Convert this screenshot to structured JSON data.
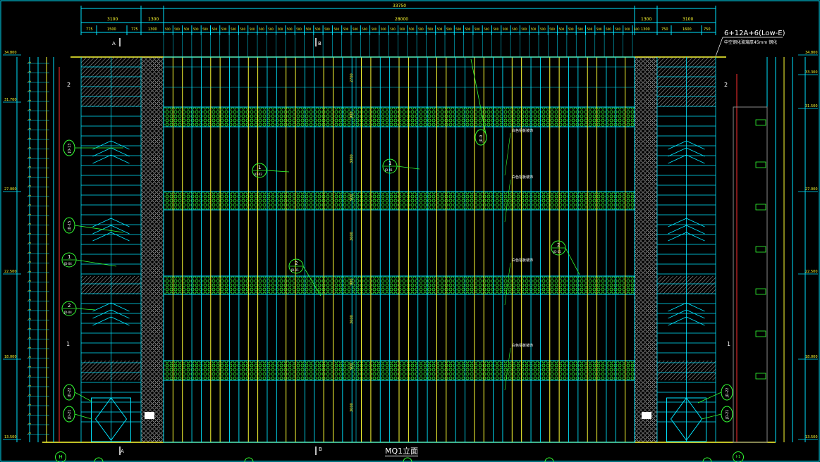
{
  "drawing": {
    "title": "MQ1立面",
    "overall_dim": "33750",
    "glass_spec_line1": "6+12A+6(Low-E)",
    "glass_spec_line2": "中空钢化玻璃厚45mm 钢化",
    "section_a": "A",
    "section_b": "B",
    "mark_1": "1",
    "mark_2": "2",
    "axis_left": "H",
    "axis_right": "I-1"
  },
  "top_dims": {
    "segments": [
      "3100",
      "1300",
      "28000",
      "1300",
      "3100"
    ],
    "left_sub": [
      "775",
      "1500",
      "775",
      "1300"
    ],
    "right_sub": [
      "1300",
      "750",
      "1600",
      "750"
    ],
    "module": "500"
  },
  "levels_left": [
    "34.800",
    "31.700",
    "27.000",
    "22.500",
    "18.000",
    "13.500"
  ],
  "levels_right": [
    "34.800",
    "33.300",
    "31.500",
    "27.000",
    "22.500",
    "18.000",
    "13.500"
  ],
  "band_dims": [
    "2700",
    "900",
    "3000",
    "900",
    "3600",
    "900",
    "3600",
    "900",
    "3000"
  ],
  "callouts": [
    {
      "num": "1",
      "ref": "JD-02"
    },
    {
      "num": "1",
      "ref": "JD-01"
    },
    {
      "num": "2",
      "ref": "JD-01"
    },
    {
      "num": "2",
      "ref": "JD-01"
    },
    {
      "num": "1",
      "ref": "JD-04"
    },
    {
      "num": "2",
      "ref": "JD-04"
    }
  ],
  "detail_tags": [
    "JD-9",
    "JD-13",
    "JD-15",
    "JD-22",
    "JD-21",
    "JD-22",
    "JD-21"
  ],
  "notes": [
    "白色铝板装饰",
    "白色铝板装饰",
    "白色铝板装饰",
    "白色铝板装饰"
  ],
  "colors": {
    "cyan": "#00e5ff",
    "yellow": "#ffff33",
    "green": "#33ff33",
    "white": "#ffffff",
    "red": "#ff3030",
    "gray": "#8a8a8a"
  }
}
